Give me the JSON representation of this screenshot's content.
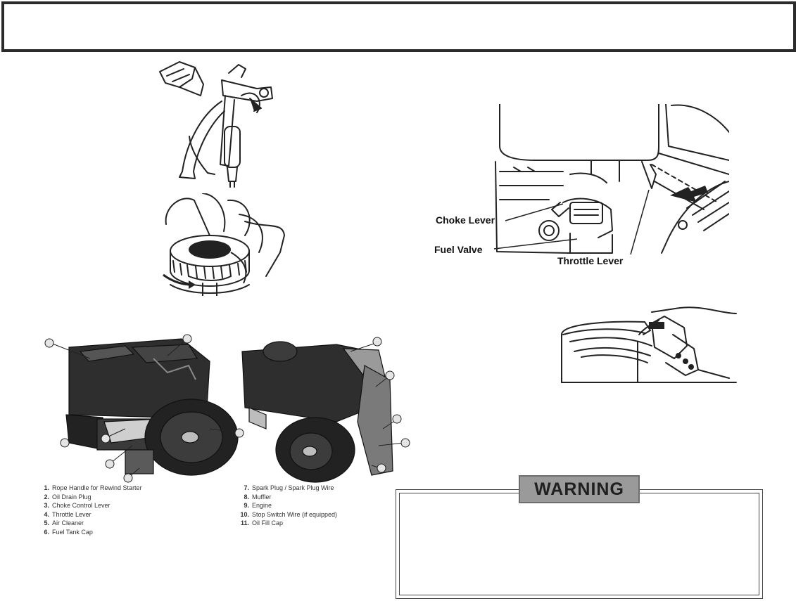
{
  "header": {
    "title": ""
  },
  "engine_controls": {
    "choke_label": "Choke Lever",
    "fuel_label": "Fuel Valve",
    "throttle_label": "Throttle Lever"
  },
  "engine_parts": {
    "left_list": [
      {
        "num": "1.",
        "text": "Rope Handle for Rewind Starter"
      },
      {
        "num": "2.",
        "text": "Oil Drain Plug"
      },
      {
        "num": "3.",
        "text": "Choke Control Lever"
      },
      {
        "num": "4.",
        "text": "Throttle Lever"
      },
      {
        "num": "5.",
        "text": "Air Cleaner"
      },
      {
        "num": "6.",
        "text": "Fuel Tank Cap"
      }
    ],
    "right_list": [
      {
        "num": "7.",
        "text": "Spark Plug / Spark Plug Wire"
      },
      {
        "num": "8.",
        "text": "Muffler"
      },
      {
        "num": "9.",
        "text": "Engine"
      },
      {
        "num": "10.",
        "text": "Stop Switch Wire (if equipped)"
      },
      {
        "num": "11.",
        "text": "Oil Fill Cap"
      }
    ]
  },
  "warning": {
    "label": "WARNING",
    "text": ""
  }
}
